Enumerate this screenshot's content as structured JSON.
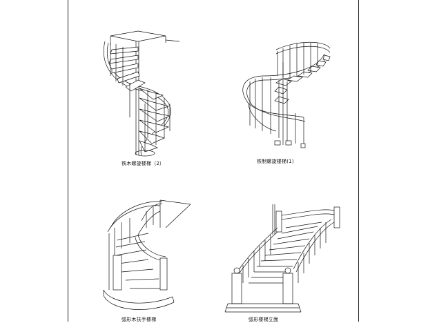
{
  "sheet": {
    "background": "#ffffff",
    "line_color": "#111111"
  },
  "drawings": [
    {
      "id": "spiral-wood",
      "caption": "铁木螺旋楼梯（2）"
    },
    {
      "id": "spiral-iron",
      "caption": "铁制螺旋楼梯(1)"
    },
    {
      "id": "curved-wood",
      "caption": "弧形木扶手楼梯"
    },
    {
      "id": "curved-grand",
      "caption": "弧形楼梯立面"
    }
  ]
}
